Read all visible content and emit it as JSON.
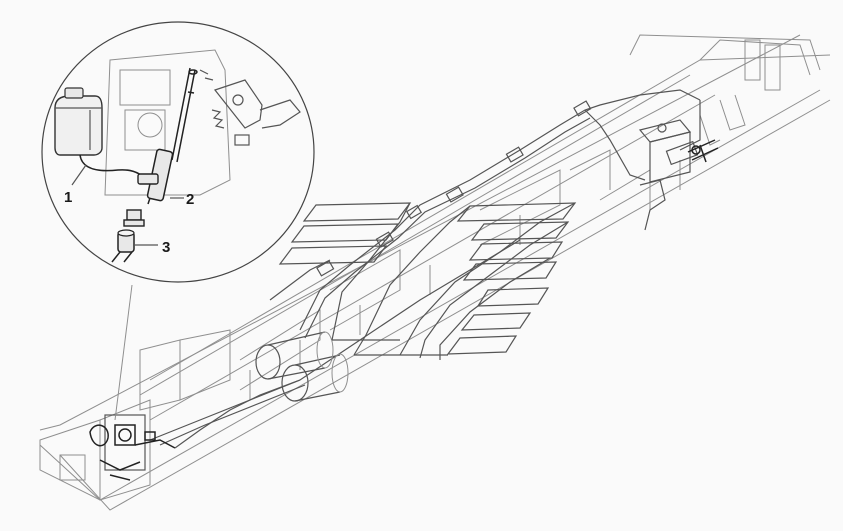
{
  "diagram": {
    "background": "#fafafa",
    "line_color": "#8f8f8f",
    "dark_color": "#222222",
    "callouts": [
      {
        "number": "1",
        "part": "reservoir"
      },
      {
        "number": "2",
        "part": "tee-fitting"
      },
      {
        "number": "3",
        "part": "hose-connector"
      }
    ]
  }
}
